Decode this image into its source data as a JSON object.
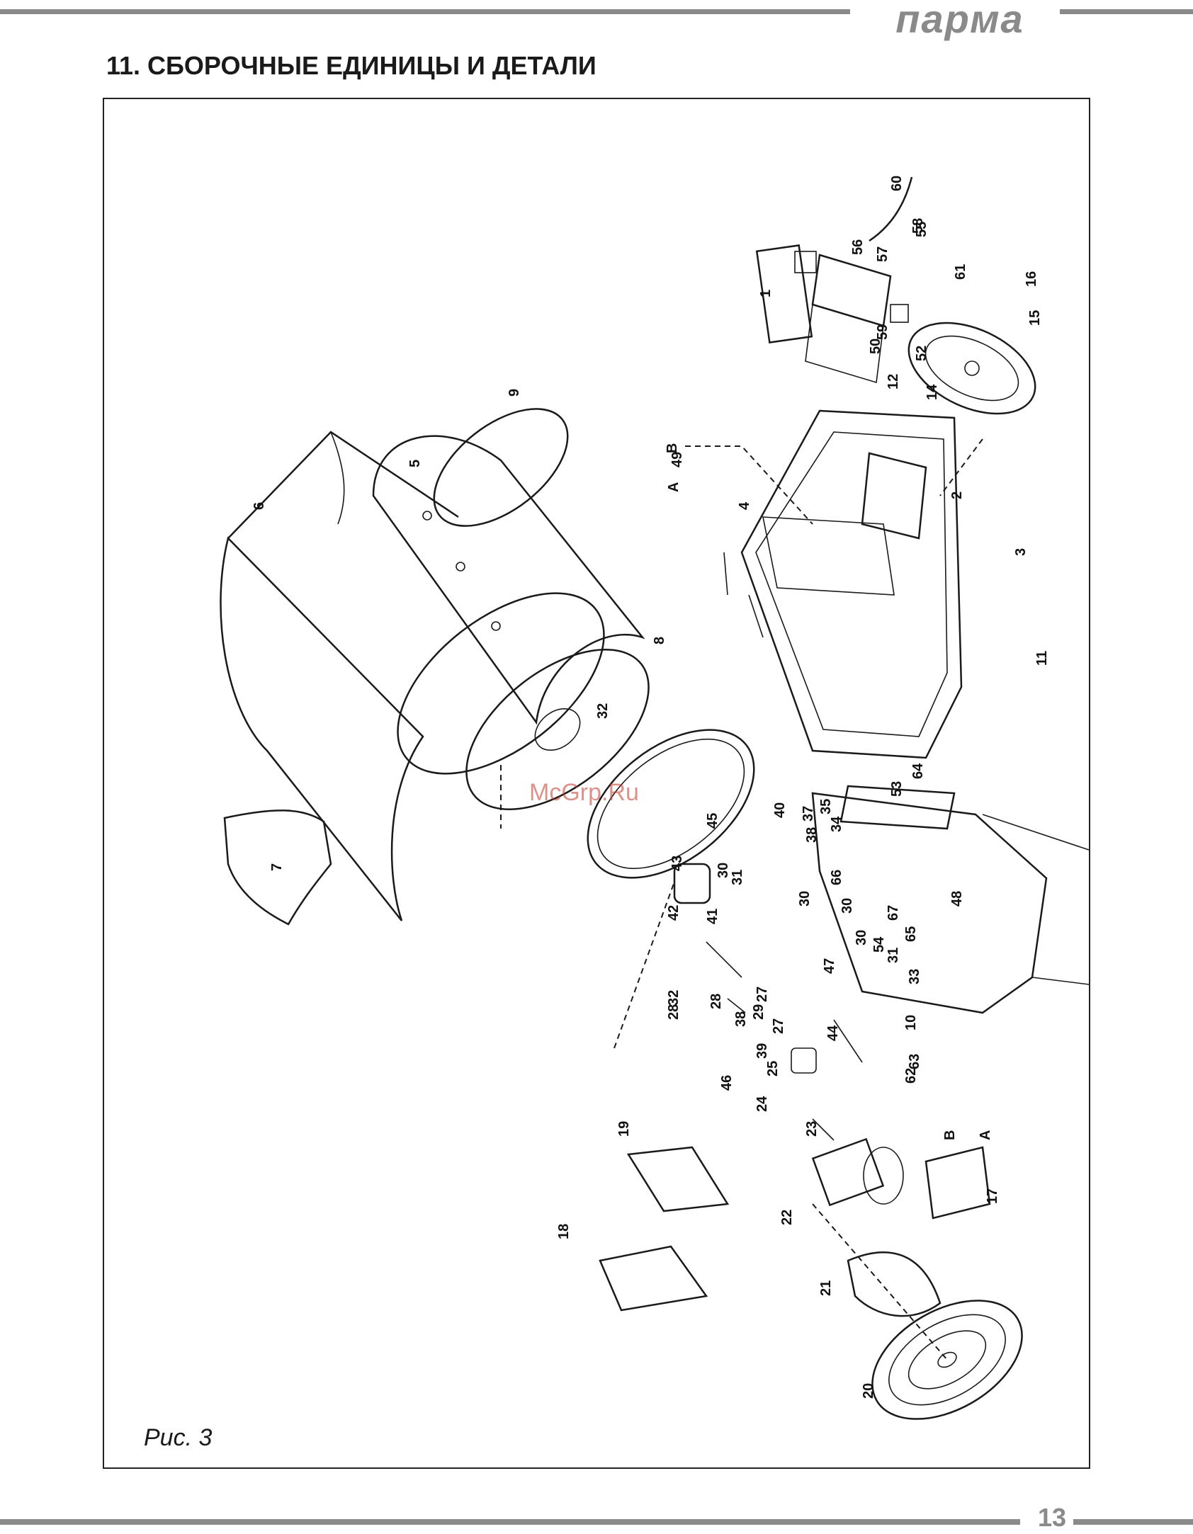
{
  "header": {
    "brand": "парма"
  },
  "section_title": "11. СБОРОЧНЫЕ ЕДИНИЦЫ И ДЕТАЛИ",
  "figure": {
    "caption": "Рис. 3",
    "watermark": "McGrp.Ru",
    "callouts": [
      "1",
      "2",
      "3",
      "4",
      "5",
      "6",
      "7",
      "8",
      "9",
      "10",
      "11",
      "12",
      "14",
      "15",
      "16",
      "17",
      "18",
      "19",
      "20",
      "21",
      "22",
      "23",
      "24",
      "25",
      "27",
      "27",
      "28",
      "28",
      "29",
      "30",
      "30",
      "30",
      "30",
      "31",
      "31",
      "32",
      "32",
      "33",
      "34",
      "35",
      "37",
      "38",
      "38",
      "39",
      "40",
      "41",
      "42",
      "43",
      "44",
      "45",
      "46",
      "47",
      "48",
      "49",
      "50",
      "52",
      "53",
      "54",
      "55",
      "56",
      "57",
      "58",
      "59",
      "60",
      "61",
      "62",
      "63",
      "64",
      "65",
      "66",
      "67",
      "А",
      "А",
      "В",
      "В"
    ]
  },
  "footer": {
    "page_number": "13"
  }
}
